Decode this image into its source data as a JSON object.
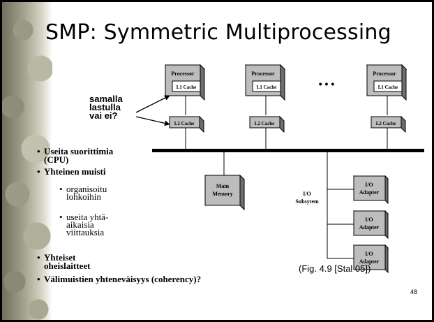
{
  "slide": {
    "title": "SMP: Symmetric Multiprocessing",
    "page_number": "48",
    "caption": "(Fig. 4.9 [Stal 05])",
    "question": [
      "samalla",
      "lastulla",
      "vai ei?"
    ]
  },
  "diagram": {
    "processor_label": "Processor",
    "l1_label": "L1 Cache",
    "l2_label": "L2 Cache",
    "ellipsis": "• • •",
    "memory_label": [
      "Main",
      "Memory"
    ],
    "io_subsystem_label": [
      "I/O",
      "Subsytem"
    ],
    "io_adapter_label": [
      "I/O",
      "Adapter"
    ]
  },
  "bullets": {
    "b1": [
      "Useita suorittimia",
      "(CPU)"
    ],
    "b2": "Yhteinen muisti",
    "sub1": [
      "organisoitu",
      "lohkoihin"
    ],
    "sub2": [
      "useita yhtä-",
      "aikaisia",
      "viittauksia"
    ],
    "b3": [
      "Yhteiset",
      "oheislaitteet"
    ],
    "b4": "Välimuistien yhteneväisyys (coherency)?"
  },
  "colors": {
    "box_fill": "#bdbdbd",
    "box_shadow": "#6e6e6e",
    "bus": "#000000"
  }
}
